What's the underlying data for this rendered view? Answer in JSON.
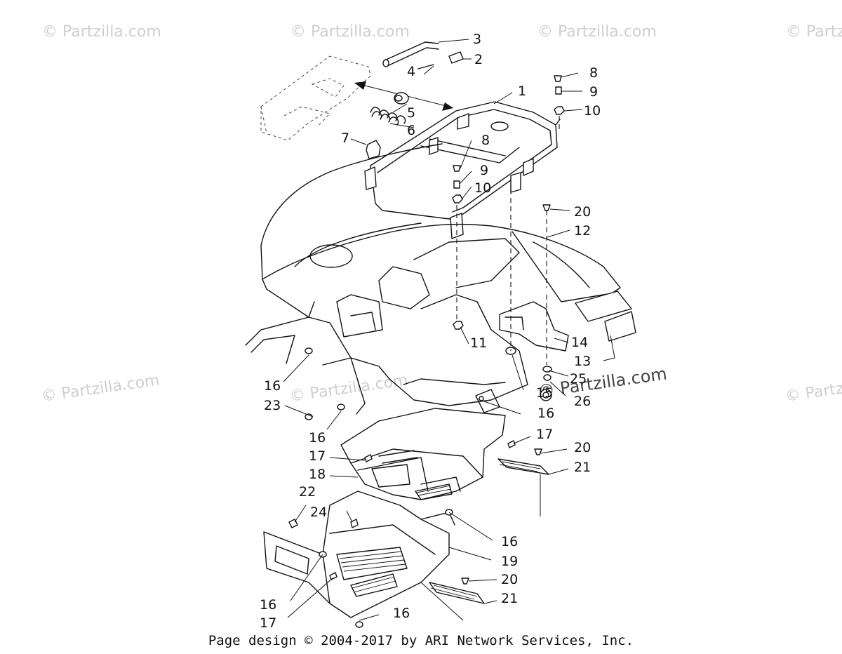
{
  "watermarks": {
    "top_1": "© Partzilla.com",
    "top_2": "© Partzilla.com",
    "top_3": "© Partzilla.com",
    "top_4": "© Partzilla.com",
    "mid_left": "© Partzilla.com",
    "mid_center": "© Partzilla.com",
    "mid_right": "© Partzilla.com",
    "mid_far": "© Partzilla.com"
  },
  "callouts": {
    "c1": "1",
    "c2": "2",
    "c3": "3",
    "c4": "4",
    "c5": "5",
    "c6": "6",
    "c7": "7",
    "c8a": "8",
    "c9a": "9",
    "c10a": "10",
    "c8b": "8",
    "c9b": "9",
    "c10b": "10",
    "c11": "11",
    "c12": "12",
    "c13": "13",
    "c14": "14",
    "c15": "15",
    "c16a": "16",
    "c16b": "16",
    "c16c": "16",
    "c16d": "16",
    "c16e": "16",
    "c16f": "16",
    "c17a": "17",
    "c17b": "17",
    "c17c": "17",
    "c18": "18",
    "c19": "19",
    "c20a": "20",
    "c20b": "20",
    "c20c": "20",
    "c21a": "21",
    "c21b": "21",
    "c22": "22",
    "c23": "23",
    "c24": "24",
    "c25": "25",
    "c26": "26"
  },
  "footer": "Page design © 2004-2017 by ARI Network Services, Inc."
}
